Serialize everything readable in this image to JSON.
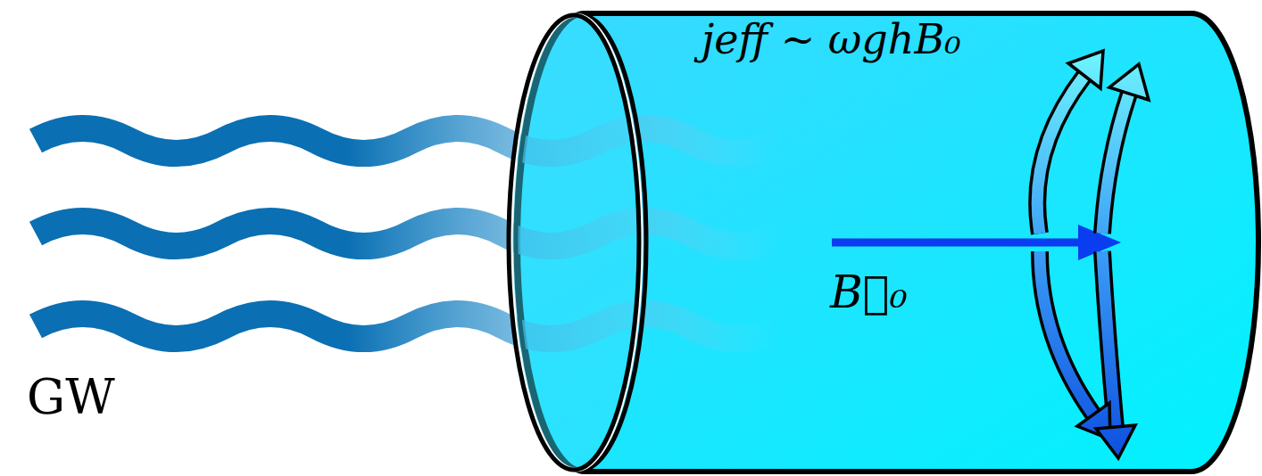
{
  "diagram": {
    "labels": [
      "GW",
      "jeff ∼ ωghB₀",
      "B⃗₀"
    ]
  }
}
